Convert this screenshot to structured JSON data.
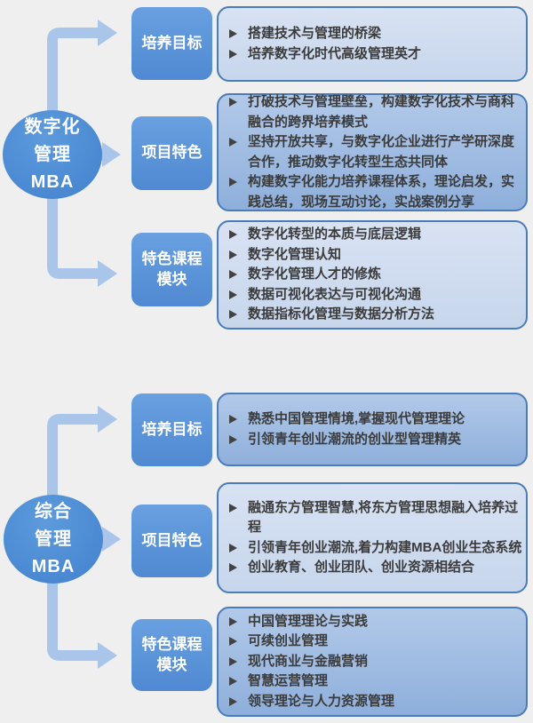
{
  "colors": {
    "background": "#efefef",
    "circle_blue": "#4a89d2",
    "label_blue": "#5992d8",
    "arrow_blue": "#a9c6ea",
    "box_border_blue": "#4a7cba",
    "box_fill_light": "#cfdcf0",
    "box_fill_medium": "#9cb9e2",
    "text_dark": "#3b3b3b"
  },
  "icons": {
    "bullet": "arrowhead-right-icon"
  },
  "sections": [
    {
      "circle_lines": [
        "数字化",
        "管理",
        "MBA"
      ],
      "rows": [
        {
          "label": "培养目标",
          "items": [
            "搭建技术与管理的桥梁",
            "培养数字化时代高级管理英才"
          ]
        },
        {
          "label": "项目特色",
          "items": [
            "打破技术与管理壁垒，构建数字化技术与商科融合的跨界培养模式",
            "坚持开放共享，与数字化企业进行产学研深度合作，推动数字化转型生态共同体",
            "构建数字化能力培养课程体系，理论启发，实践总结，现场互动讨论，实战案例分享"
          ]
        },
        {
          "label": "特色课程模块",
          "items": [
            "数字化转型的本质与底层逻辑",
            "数字化管理认知",
            "数字化管理人才的修炼",
            "数据可视化表达与可视化沟通",
            "数据指标化管理与数据分析方法"
          ]
        }
      ]
    },
    {
      "circle_lines": [
        "综合",
        "管理",
        "MBA"
      ],
      "rows": [
        {
          "label": "培养目标",
          "items": [
            "熟悉中国管理情境,掌握现代管理理论",
            "引领青年创业潮流的创业型管理精英"
          ]
        },
        {
          "label": "项目特色",
          "items": [
            "融通东方管理智慧,将东方管理思想融入培养过程",
            "引领青年创业潮流,着力构建MBA创业生态系统",
            "创业教育、创业团队、创业资源相结合"
          ]
        },
        {
          "label": "特色课程模块",
          "items": [
            "中国管理理论与实践",
            "可续创业管理",
            "现代商业与金融营销",
            "智慧运营管理",
            "领导理论与人力资源管理"
          ]
        }
      ]
    }
  ]
}
